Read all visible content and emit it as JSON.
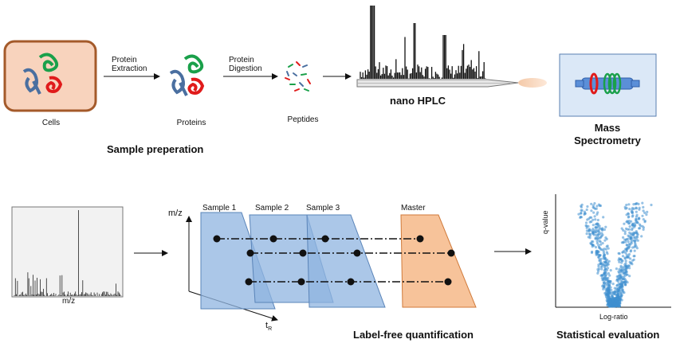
{
  "top": {
    "cells_label": "Cells",
    "step1_line1": "Protein",
    "step1_line2": "Extraction",
    "proteins_label": "Proteins",
    "step2_line1": "Protein",
    "step2_line2": "Digestion",
    "peptides_label": "Peptides",
    "hplc_label": "nano HPLC",
    "ms_line1": "Mass",
    "ms_line2": "Spectrometry",
    "section_title": "Sample preperation"
  },
  "bottom": {
    "spectrum_xlabel": "m/z",
    "lfq_yaxis": "m/z",
    "lfq_xaxis_main": "t",
    "lfq_xaxis_sub": "R",
    "sample1": "Sample 1",
    "sample2": "Sample 2",
    "sample3": "Sample 3",
    "master": "Master",
    "lfq_title": "Label-free quantification",
    "volcano_ylabel": "q-value",
    "volcano_xlabel": "Log-ratio",
    "stats_title": "Statistical evaluation"
  },
  "colors": {
    "cells_fill": "#f8d3bd",
    "cells_border": "#a45a2a",
    "ms_box_fill": "#dbe8f7",
    "sample_fill": "#8fb4e0",
    "master_fill": "#f6b988",
    "protein_green": "#1aa04a",
    "protein_red": "#e01b1b",
    "protein_blue": "#4a6fa0",
    "volcano_dot": "#3f8fd0"
  }
}
